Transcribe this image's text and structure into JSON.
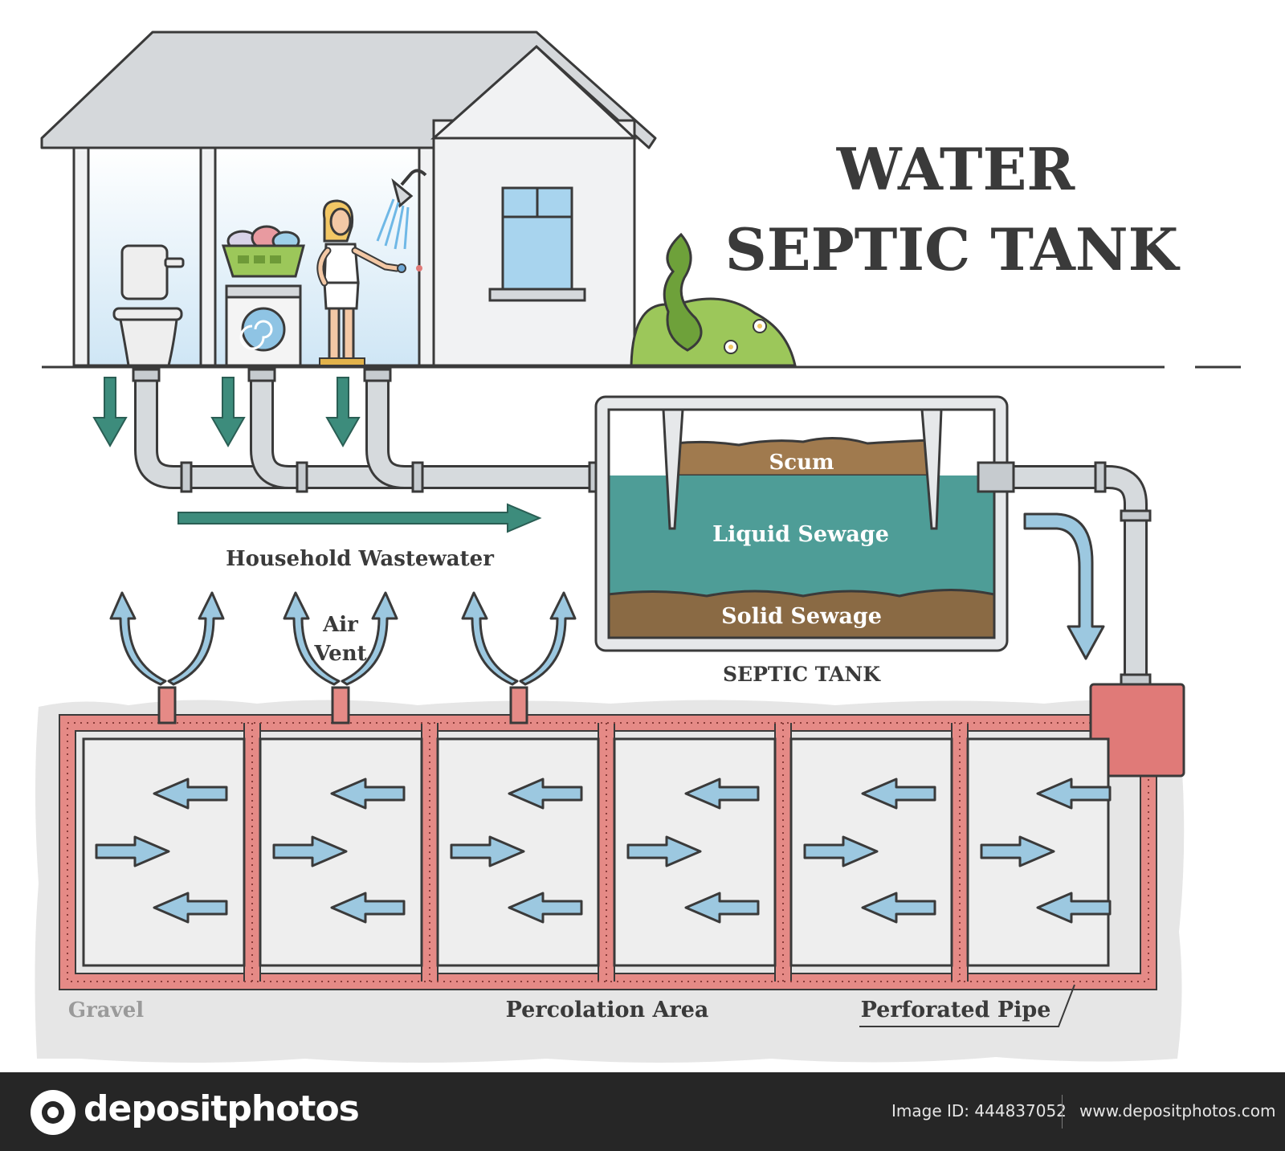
{
  "title": {
    "line1": "WATER",
    "line2": "SEPTIC TANK"
  },
  "labels": {
    "household_wastewater": "Household Wastewater",
    "scum": "Scum",
    "liquid_sewage": "Liquid Sewage",
    "solid_sewage": "Solid Sewage",
    "septic_tank": "SEPTIC TANK",
    "air_vent_line1": "Air",
    "air_vent_line2": "Vent",
    "gravel": "Gravel",
    "percolation_area": "Percolation Area",
    "perforated_pipe": "Perforated Pipe"
  },
  "footer": {
    "brand": "depositphotos",
    "image_id": "Image ID: 444837052",
    "site": "www.depositphotos.com"
  },
  "colors": {
    "pipe_grey": "#c9cdd1",
    "outline": "#3a3a3a",
    "teal_arrow": "#3d8c7c",
    "scum": "#a07a4e",
    "liquid": "#4e9d97",
    "solid": "#8a6a44",
    "perforated_pipe": "#e07a78",
    "perforated_box": "#e58a86",
    "gravel": "#e6e6e6",
    "flow_arrow": "#9cc8e0",
    "plant": "#8fc256"
  }
}
